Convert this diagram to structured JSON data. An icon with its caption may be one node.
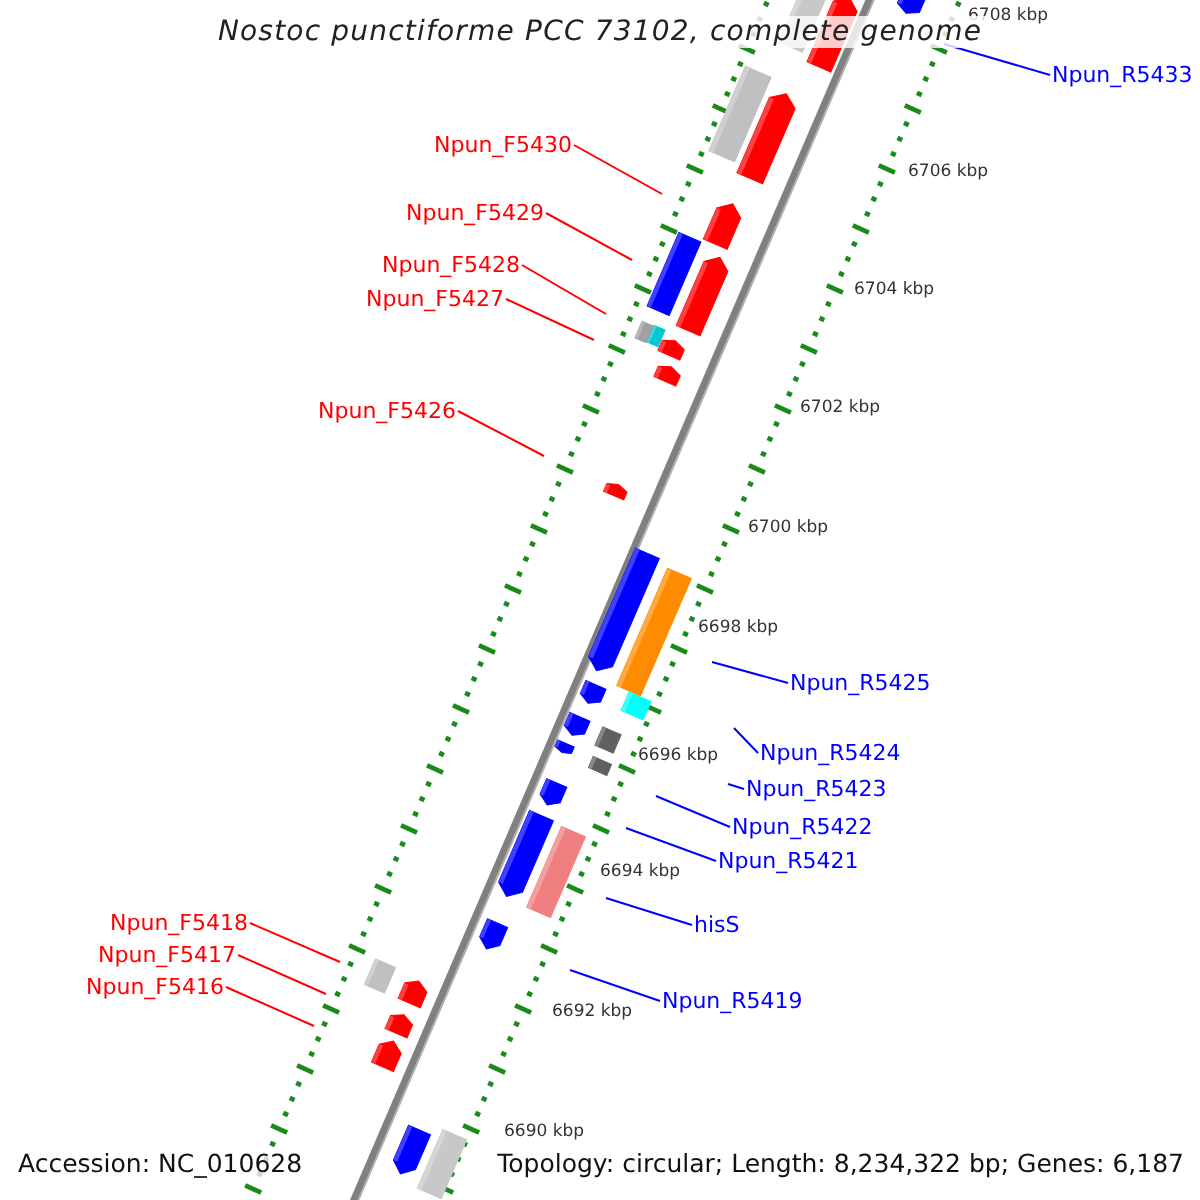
{
  "diagram": {
    "title": "Nostoc punctiforme PCC 73102, complete genome",
    "nodes": [
      {
        "text": [
          "Npun_R5433"
        ]
      },
      {
        "text": [
          "Npun_F5430"
        ]
      },
      {
        "text": [
          "Npun_F5429"
        ]
      },
      {
        "text": [
          "Npun_F5428"
        ]
      },
      {
        "text": [
          "Npun_F5427"
        ]
      },
      {
        "text": [
          "Npun_F5426"
        ]
      },
      {
        "text": [
          "Npun_R5425"
        ]
      },
      {
        "text": [
          "Npun_R5424"
        ]
      },
      {
        "text": [
          "Npun_R5423"
        ]
      },
      {
        "text": [
          "Npun_R5422"
        ]
      },
      {
        "text": [
          "Npun_R5421"
        ]
      },
      {
        "text": [
          "Npun_F5418"
        ]
      },
      {
        "text": [
          "hisS"
        ]
      },
      {
        "text": [
          "Npun_F5417"
        ]
      },
      {
        "text": [
          "Npun_F5416"
        ]
      },
      {
        "text": [
          "Npun_R5419"
        ]
      }
    ],
    "edges": [
      {
        "from": 0,
        "to": null,
        "arrow": "none",
        "color": "#0000ff"
      },
      {
        "from": 1,
        "to": null,
        "arrow": "none",
        "color": "#ff0000"
      },
      {
        "from": 2,
        "to": null,
        "arrow": "none",
        "color": "#ff0000"
      },
      {
        "from": 3,
        "to": null,
        "arrow": "none",
        "color": "#ff0000"
      },
      {
        "from": 4,
        "to": null,
        "arrow": "none",
        "color": "#ff0000"
      },
      {
        "from": 5,
        "to": null,
        "arrow": "none",
        "color": "#ff0000"
      },
      {
        "from": 6,
        "to": null,
        "arrow": "none",
        "color": "#0000ff"
      },
      {
        "from": 7,
        "to": null,
        "arrow": "none",
        "color": "#0000ff"
      },
      {
        "from": 8,
        "to": null,
        "arrow": "none",
        "color": "#0000ff"
      },
      {
        "from": 9,
        "to": null,
        "arrow": "none",
        "color": "#0000ff"
      },
      {
        "from": 10,
        "to": null,
        "arrow": "none",
        "color": "#0000ff"
      },
      {
        "from": 11,
        "to": null,
        "arrow": "none",
        "color": "#ff0000"
      },
      {
        "from": 12,
        "to": null,
        "arrow": "none",
        "color": "#0000ff"
      },
      {
        "from": 13,
        "to": null,
        "arrow": "none",
        "color": "#ff0000"
      },
      {
        "from": 14,
        "to": null,
        "arrow": "none",
        "color": "#ff0000"
      },
      {
        "from": 15,
        "to": null,
        "arrow": "none",
        "color": "#0000ff"
      }
    ],
    "labels": [
      "6708 kbp",
      "6706 kbp",
      "6704 kbp",
      "6702 kbp",
      "6700 kbp",
      "6698 kbp",
      "6696 kbp",
      "6694 kbp",
      "6692 kbp",
      "6690 kbp",
      "Accession: NC_010628",
      "Topology: circular; Length: 8,234,322 bp; Genes: 6,187"
    ]
  }
}
